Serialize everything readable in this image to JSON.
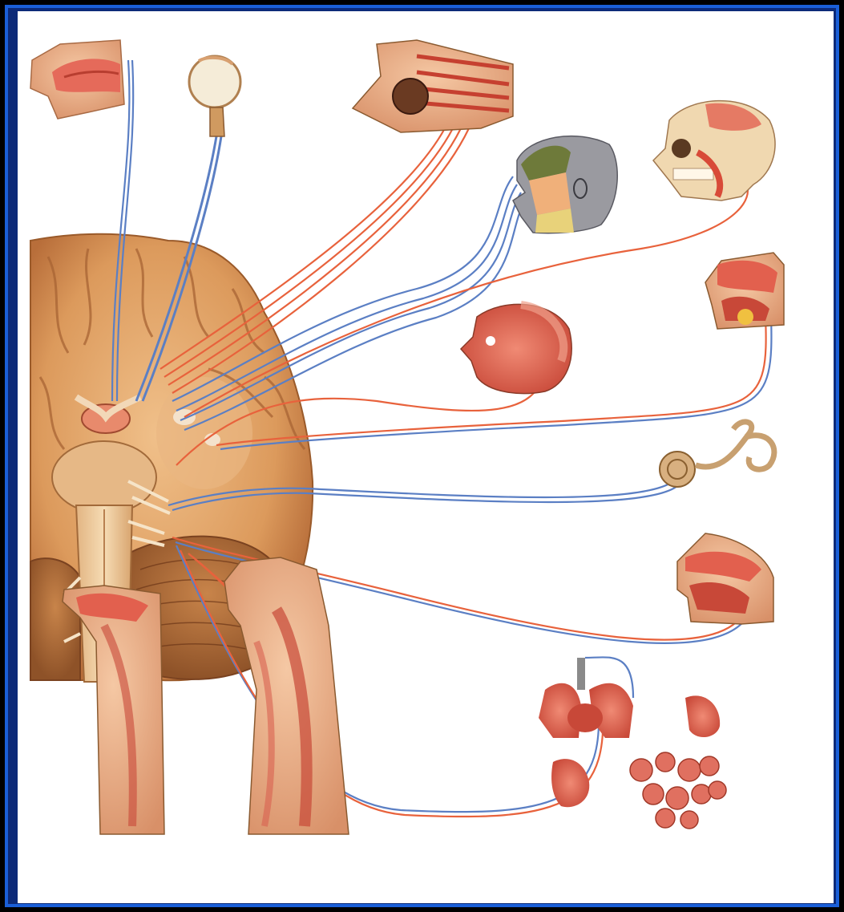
{
  "palette": {
    "frame_border": "#1a5fd8",
    "frame_fill": "#0c2a78",
    "background": "#ffffff",
    "nerve_motor": "#e8623c",
    "nerve_sensory": "#5b7fc4",
    "tissue": "#e8806a",
    "brain": "#e0a468"
  },
  "illustration": {
    "subject": "cranial nerves",
    "organs": [
      "nose",
      "eye",
      "eye-muscles",
      "face-skin",
      "skull-jaw",
      "face-muscles",
      "tongue",
      "inner-ear",
      "pharynx",
      "viscera",
      "throat",
      "neck"
    ]
  }
}
